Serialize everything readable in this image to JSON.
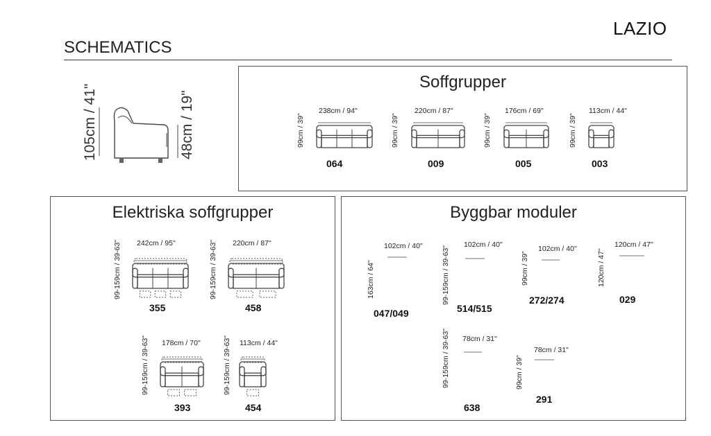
{
  "header": {
    "brand": "LAZIO",
    "title": "SCHEMATICS"
  },
  "side_view": {
    "total_height": "105cm / 41\"",
    "seat_height": "48cm / 19\""
  },
  "soffgrupper": {
    "title": "Soffgrupper",
    "items": [
      {
        "code": "064",
        "width": "238cm / 94\"",
        "height": "99cm / 39\""
      },
      {
        "code": "009",
        "width": "220cm / 87\"",
        "height": "99cm / 39\""
      },
      {
        "code": "005",
        "width": "176cm / 69\"",
        "height": "99cm / 39\""
      },
      {
        "code": "003",
        "width": "113cm / 44\"",
        "height": "99cm / 39\""
      }
    ]
  },
  "elektriska": {
    "title": "Elektriska soffgrupper",
    "items": [
      {
        "code": "355",
        "width": "242cm / 95\"",
        "height": "99-159cm / 39-63\""
      },
      {
        "code": "458",
        "width": "220cm / 87\"",
        "height": "99-159cm / 39-63\""
      },
      {
        "code": "393",
        "width": "178cm / 70\"",
        "height": "99-159cm / 39-63\""
      },
      {
        "code": "454",
        "width": "113cm / 44\"",
        "height": "99-159cm / 39-63\""
      }
    ]
  },
  "byggbar": {
    "title": "Byggbar moduler",
    "items": [
      {
        "code": "047/049",
        "width": "102cm / 40\"",
        "height": "163cm / 64\""
      },
      {
        "code": "514/515",
        "width": "102cm / 40\"",
        "height": "99-159cm / 39-63\""
      },
      {
        "code": "272/274",
        "width": "102cm / 40\"",
        "height": "99cm / 39\""
      },
      {
        "code": "029",
        "width": "120cm / 47\"",
        "height": "120cm / 47\""
      },
      {
        "code": "638",
        "width": "78cm / 31\"",
        "height": "99-159cm / 39-63\""
      },
      {
        "code": "291",
        "width": "78cm / 31\"",
        "height": "99cm / 39\""
      }
    ]
  }
}
